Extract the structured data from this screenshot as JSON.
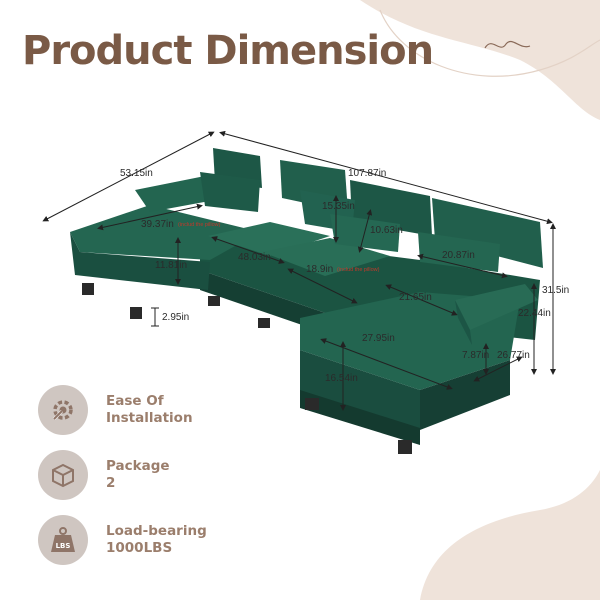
{
  "title": "Product Dimension",
  "dimensions": {
    "depth_total": "53.15in",
    "length_total": "107.87in",
    "chaise_depth": "39.37in",
    "seat_width_left": "48.03in",
    "back_height_cushion": "15.35in",
    "pillow_height": "10.63in",
    "pillow_width": "20.87in",
    "seat_height": "11.81in",
    "seat_depth": "18.9in",
    "armrest_width": "21.65in",
    "total_height": "31.5in",
    "arm_height": "22.44in",
    "leg_height": "2.95in",
    "chaise_seat_depth": "27.95in",
    "arm_thickness": "7.87in",
    "arm_length": "26.77in",
    "base_height": "16.54in",
    "pillow_note": "(includ the pillow)"
  },
  "features": [
    {
      "icon": "install-tools-icon",
      "line1": "Ease Of",
      "line2": "Installation"
    },
    {
      "icon": "package-box-icon",
      "line1": "Package",
      "line2": "2"
    },
    {
      "icon": "weight-lbs-icon",
      "line1": "Load-bearing",
      "line2": "1000LBS"
    }
  ],
  "colors": {
    "title": "#7a5a46",
    "sofa": "#1f5e4a",
    "blob": "#efe3da",
    "feature_text": "#9b7e6c",
    "icon_bg": "#cfc6c1"
  }
}
